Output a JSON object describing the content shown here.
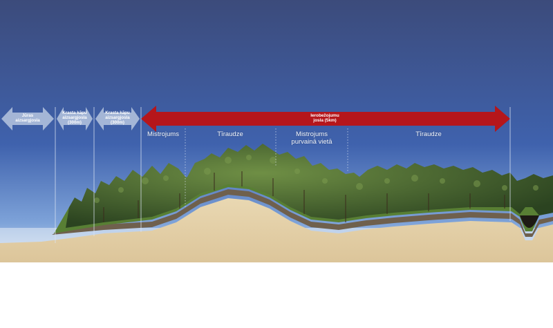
{
  "bands": [
    {
      "id": "juras",
      "label_line1": "Jūras",
      "label_line2": "aizsargjosla"
    },
    {
      "id": "krasta1",
      "label_line1": "Krasta kāpu",
      "label_line2": "aizsargjosla",
      "label_line3": "(300m)"
    },
    {
      "id": "krasta2",
      "label_line1": "Krasta kāpu",
      "label_line2": "aizsargjosla",
      "label_line3": "(300m)"
    },
    {
      "id": "ierobezojumu",
      "label_line1": "Ierobežojumu",
      "label_line2": "josla (5km)"
    }
  ],
  "zones": [
    {
      "id": "mistrojums",
      "label_line1": "Mistrojums"
    },
    {
      "id": "tiraudze1",
      "label_line1": "Tīraudze"
    },
    {
      "id": "mistrojums-purvs",
      "label_line1": "Mistrojums",
      "label_line2": "purvainā vietā"
    },
    {
      "id": "tiraudze2",
      "label_line1": "Tīraudze"
    }
  ],
  "colors": {
    "sky_top": "#3c4b7b",
    "sky_bottom": "#b9d1ef",
    "arrow_light": "#b8c6e0",
    "arrow_red": "#b5161b",
    "sand": "#e6d3aa",
    "soil": "#7a6a55",
    "grass": "#6e9a3c",
    "forest_dark": "#2f4a22",
    "sea": "#2fa3d6"
  }
}
